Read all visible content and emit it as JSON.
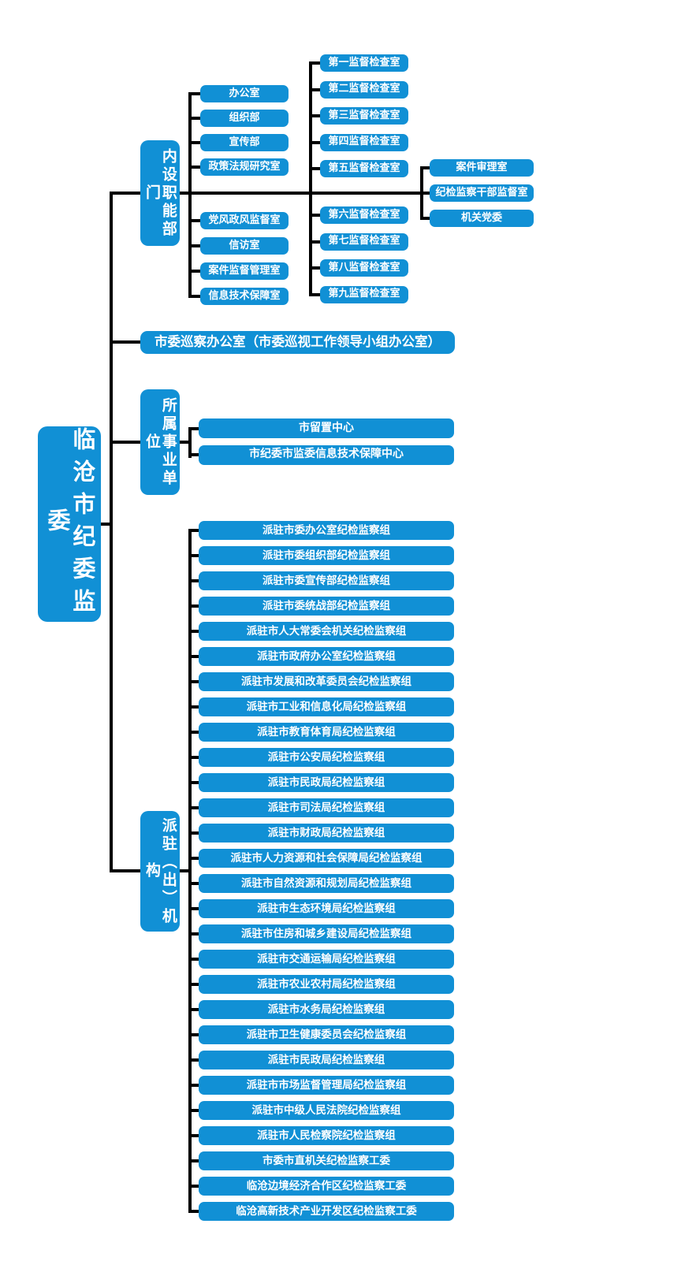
{
  "colors": {
    "node_fill": "#1190d5",
    "node_text": "#ffffff",
    "connector": "#000000",
    "background": "#ffffff"
  },
  "root": {
    "label": "临沧市纪委监委"
  },
  "internal": {
    "label": "内设职能部门",
    "col_a_top": [
      "办公室",
      "组织部",
      "宣传部",
      "政策法规研究室"
    ],
    "col_a_bottom": [
      "党风政风监督室",
      "信访室",
      "案件监督管理室",
      "信息技术保障室"
    ],
    "col_b_top": [
      "第一监督检查室",
      "第二监督检查室",
      "第三监督检查室",
      "第四监督检查室",
      "第五监督检查室"
    ],
    "col_b_bottom": [
      "第六监督检查室",
      "第七监督检查室",
      "第八监督检查室",
      "第九监督检查室"
    ],
    "col_c": [
      "案件审理室",
      "纪检监察干部监督室",
      "机关党委"
    ]
  },
  "inspection_office": {
    "label": "市委巡察办公室（市委巡视工作领导小组办公室）"
  },
  "institutions": {
    "label": "所属事业单位",
    "items": [
      "市留置中心",
      "市纪委市监委信息技术保障中心"
    ]
  },
  "dispatched": {
    "label": "派驻（出）机构",
    "items": [
      "派驻市委办公室纪检监察组",
      "派驻市委组织部纪检监察组",
      "派驻市委宣传部纪检监察组",
      "派驻市委统战部纪检监察组",
      "派驻市人大常委会机关纪检监察组",
      "派驻市政府办公室纪检监察组",
      "派驻市发展和改革委员会纪检监察组",
      "派驻市工业和信息化局纪检监察组",
      "派驻市教育体育局纪检监察组",
      "派驻市公安局纪检监察组",
      "派驻市民政局纪检监察组",
      "派驻市司法局纪检监察组",
      "派驻市财政局纪检监察组",
      "派驻市人力资源和社会保障局纪检监察组",
      "派驻市自然资源和规划局纪检监察组",
      "派驻市生态环境局纪检监察组",
      "派驻市住房和城乡建设局纪检监察组",
      "派驻市交通运输局纪检监察组",
      "派驻市农业农村局纪检监察组",
      "派驻市水务局纪检监察组",
      "派驻市卫生健康委员会纪检监察组",
      "派驻市民政局纪检监察组",
      "派驻市市场监督管理局纪检监察组",
      "派驻市中级人民法院纪检监察组",
      "派驻市人民检察院纪检监察组",
      "市委市直机关纪检监察工委",
      "临沧边境经济合作区纪检监察工委",
      "临沧高新技术产业开发区纪检监察工委"
    ]
  }
}
